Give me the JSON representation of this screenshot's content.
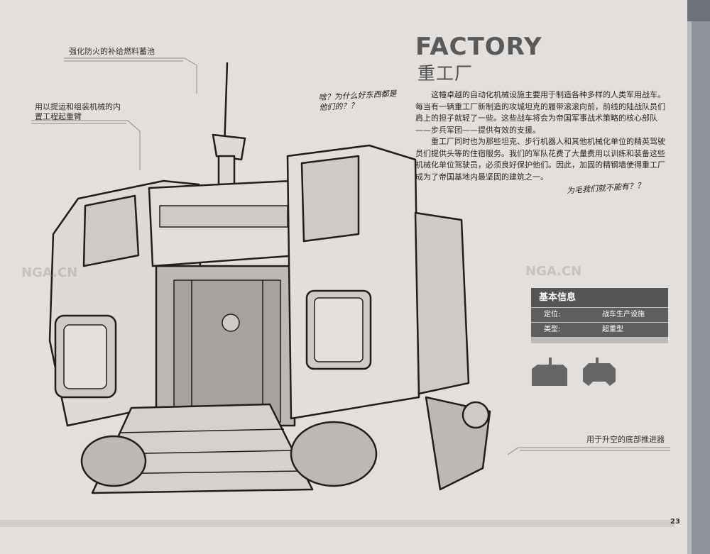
{
  "title_en": "FACTORY",
  "title_zh": "重工厂",
  "callouts": {
    "fuel_tank": "强化防火的补给燃料蓄池",
    "crane": "用以提运和组装机械的内置工程起重臂",
    "thrusters": "用于升空的底部推进器"
  },
  "handnotes": {
    "note1": "啥？为什么好东西都是他们的？？",
    "note2": "为毛我们就不能有？？"
  },
  "body": {
    "p1": "这幢卓越的自动化机械设施主要用于制造各种多样的人类军用战车。每当有一辆重工厂新制造的攻城坦克的履带滚滚向前，前线的陆战队员们肩上的担子就轻了一些。这些战车将会为帝国军事战术策略的核心部队——步兵军团——提供有效的支援。",
    "p2": "重工厂同时也为那些坦克、步行机器人和其他机械化单位的精英驾驶员们提供头等的住宿服务。我们的军队花费了大量费用以训练和装备这些机械化单位驾驶员，必须良好保护他们。因此，加固的精钢墙使得重工厂成为了帝国基地内最坚固的建筑之一。"
  },
  "info": {
    "header": "基本信息",
    "rows": [
      {
        "key": "定位:",
        "value": "战车生产设施"
      },
      {
        "key": "类型:",
        "value": "超重型"
      }
    ]
  },
  "watermarks": [
    "NGA.CN",
    "NGA.CN"
  ],
  "page_number": "23",
  "colors": {
    "paper": "#e3dfdc",
    "info_dark": "#555555",
    "edge_strip": "#8f949c"
  }
}
